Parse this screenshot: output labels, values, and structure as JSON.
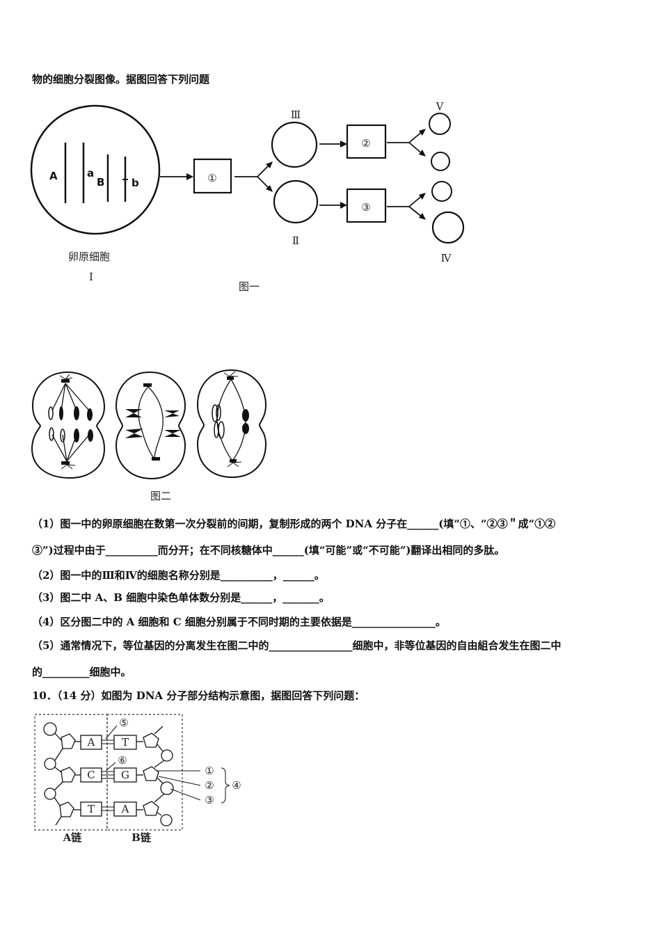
{
  "intro_line": "物的细胞分裂图像。据图回答下列问题",
  "figure1": {
    "caption": "图一",
    "cell_name": "卵原细胞",
    "cell_numeral": "Ⅰ",
    "genes": [
      "A",
      "a",
      "B",
      "b"
    ],
    "steps": [
      "①",
      "②",
      "③"
    ],
    "numerals": {
      "III": "Ⅲ",
      "II": "Ⅱ",
      "V": "Ⅴ",
      "IV": "Ⅳ"
    }
  },
  "figure2": {
    "caption": "图二"
  },
  "questions": {
    "q1_line1": "（1）图一中的卵原细胞在数第一次分裂前的间期，复制形成的两个 DNA 分子在______(填“①、“②③＂成“①②",
    "q1_line2": "③”)过程中由于__________而分开；在不同核糖体中______(填“可能”或“不可能”)翻译出相同的多肽。",
    "q2": "（2）图一中的Ⅲ和Ⅳ的细胞名称分别是__________，______。",
    "q3": "（3）图二中 A、B 细胞中染色单体数分别是______，_______。",
    "q4": "（4）区分图二中的 A 细胞和 C 细胞分别属于不同时期的主要依据是________________。",
    "q5_line1": "（5）通常情况下，等位基因的分离发生在图二中的________________细胞中，非等位基因的自由組合发生在图二中",
    "q5_line2": "的_________细胞中。",
    "q10": "10．（14 分）如图为 DNA 分子部分结构示意图，据图回答下列问题："
  },
  "figure3": {
    "bases_left": [
      "A",
      "C",
      "T"
    ],
    "bases_right": [
      "T",
      "G",
      "A"
    ],
    "markers": [
      "⑤",
      "⑥",
      "①",
      "②",
      "③",
      "④"
    ],
    "strand_labels": [
      "A链",
      "B链"
    ]
  }
}
